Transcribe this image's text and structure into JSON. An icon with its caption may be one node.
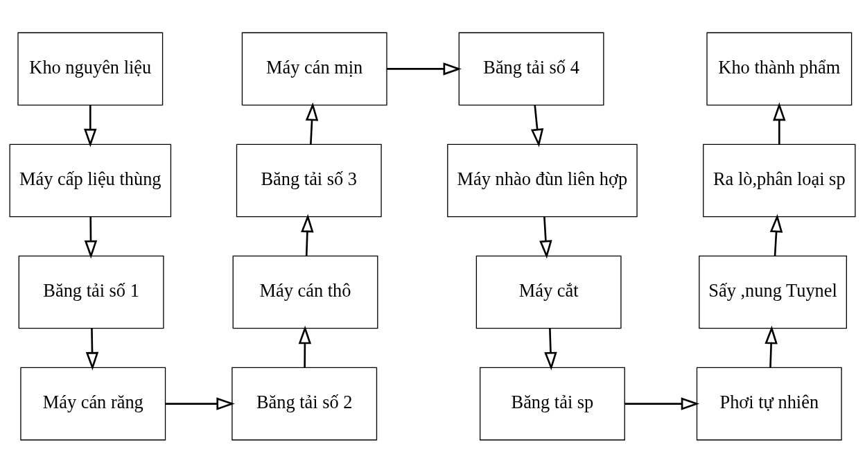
{
  "diagram": {
    "nodes": [
      {
        "text": [
          "Kho nguyên liệu"
        ]
      },
      {
        "text": [
          "Máy cấp liệu thùng"
        ]
      },
      {
        "text": [
          "Băng tải số 1"
        ]
      },
      {
        "text": [
          "Máy cán răng"
        ]
      },
      {
        "text": [
          "Băng tải số 2"
        ]
      },
      {
        "text": [
          "Máy cán thô"
        ]
      },
      {
        "text": [
          "Băng tải số 3"
        ]
      },
      {
        "text": [
          "Máy cán mịn"
        ]
      },
      {
        "text": [
          "Băng tải số 4"
        ]
      },
      {
        "text": [
          "Máy nhào đùn liên hợp"
        ]
      },
      {
        "text": [
          "Máy cắt"
        ]
      },
      {
        "text": [
          "Băng tải sp"
        ]
      },
      {
        "text": [
          "Phơi tự nhiên"
        ]
      },
      {
        "text": [
          "Sấy ,nung Tuynel"
        ]
      },
      {
        "text": [
          "Ra lò,phân loại sp"
        ]
      },
      {
        "text": [
          "Kho thành phẩm"
        ]
      }
    ],
    "edges": [
      {
        "from": 0,
        "to": 1,
        "arrow": "to"
      },
      {
        "from": 1,
        "to": 2,
        "arrow": "to"
      },
      {
        "from": 2,
        "to": 3,
        "arrow": "to"
      },
      {
        "from": 3,
        "to": 4,
        "arrow": "to"
      },
      {
        "from": 4,
        "to": 5,
        "arrow": "to"
      },
      {
        "from": 5,
        "to": 6,
        "arrow": "to"
      },
      {
        "from": 6,
        "to": 7,
        "arrow": "to"
      },
      {
        "from": 7,
        "to": 8,
        "arrow": "to"
      },
      {
        "from": 8,
        "to": 9,
        "arrow": "to"
      },
      {
        "from": 9,
        "to": 10,
        "arrow": "to"
      },
      {
        "from": 10,
        "to": 11,
        "arrow": "to"
      },
      {
        "from": 11,
        "to": 12,
        "arrow": "to"
      },
      {
        "from": 12,
        "to": 13,
        "arrow": "to"
      },
      {
        "from": 13,
        "to": 14,
        "arrow": "to"
      },
      {
        "from": 14,
        "to": 15,
        "arrow": "to"
      }
    ]
  }
}
